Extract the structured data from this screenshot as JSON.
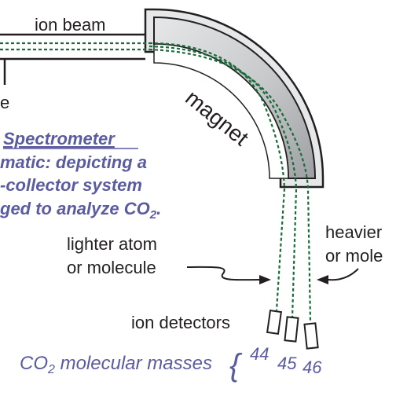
{
  "labels": {
    "ion_beam": "ion beam",
    "magnet": "magnet",
    "left_fragment": "e",
    "lighter_line1": "lighter atom",
    "lighter_line2": "or molecule",
    "heavier_line1": "heavier",
    "heavier_line2": "or mole",
    "ion_detectors": "ion detectors"
  },
  "caption": {
    "line1": "Spectrometer",
    "line2": "matic: depicting a",
    "line3": "-collector system",
    "line4_prefix": "ged to analyze CO",
    "line4_sub": "2",
    "line4_suffix": "."
  },
  "masses": {
    "label_prefix": "CO",
    "label_sub": "2",
    "label_suffix": " molecular masses",
    "brace": "{",
    "values": [
      "44",
      "45",
      "46"
    ]
  },
  "colors": {
    "beam_dashes": "#1a6b3a",
    "caption_text": "#5b5ca0",
    "outline": "#231f20",
    "magnet_fill": "#bcbec0",
    "magnet_light": "#e6e7e8"
  }
}
